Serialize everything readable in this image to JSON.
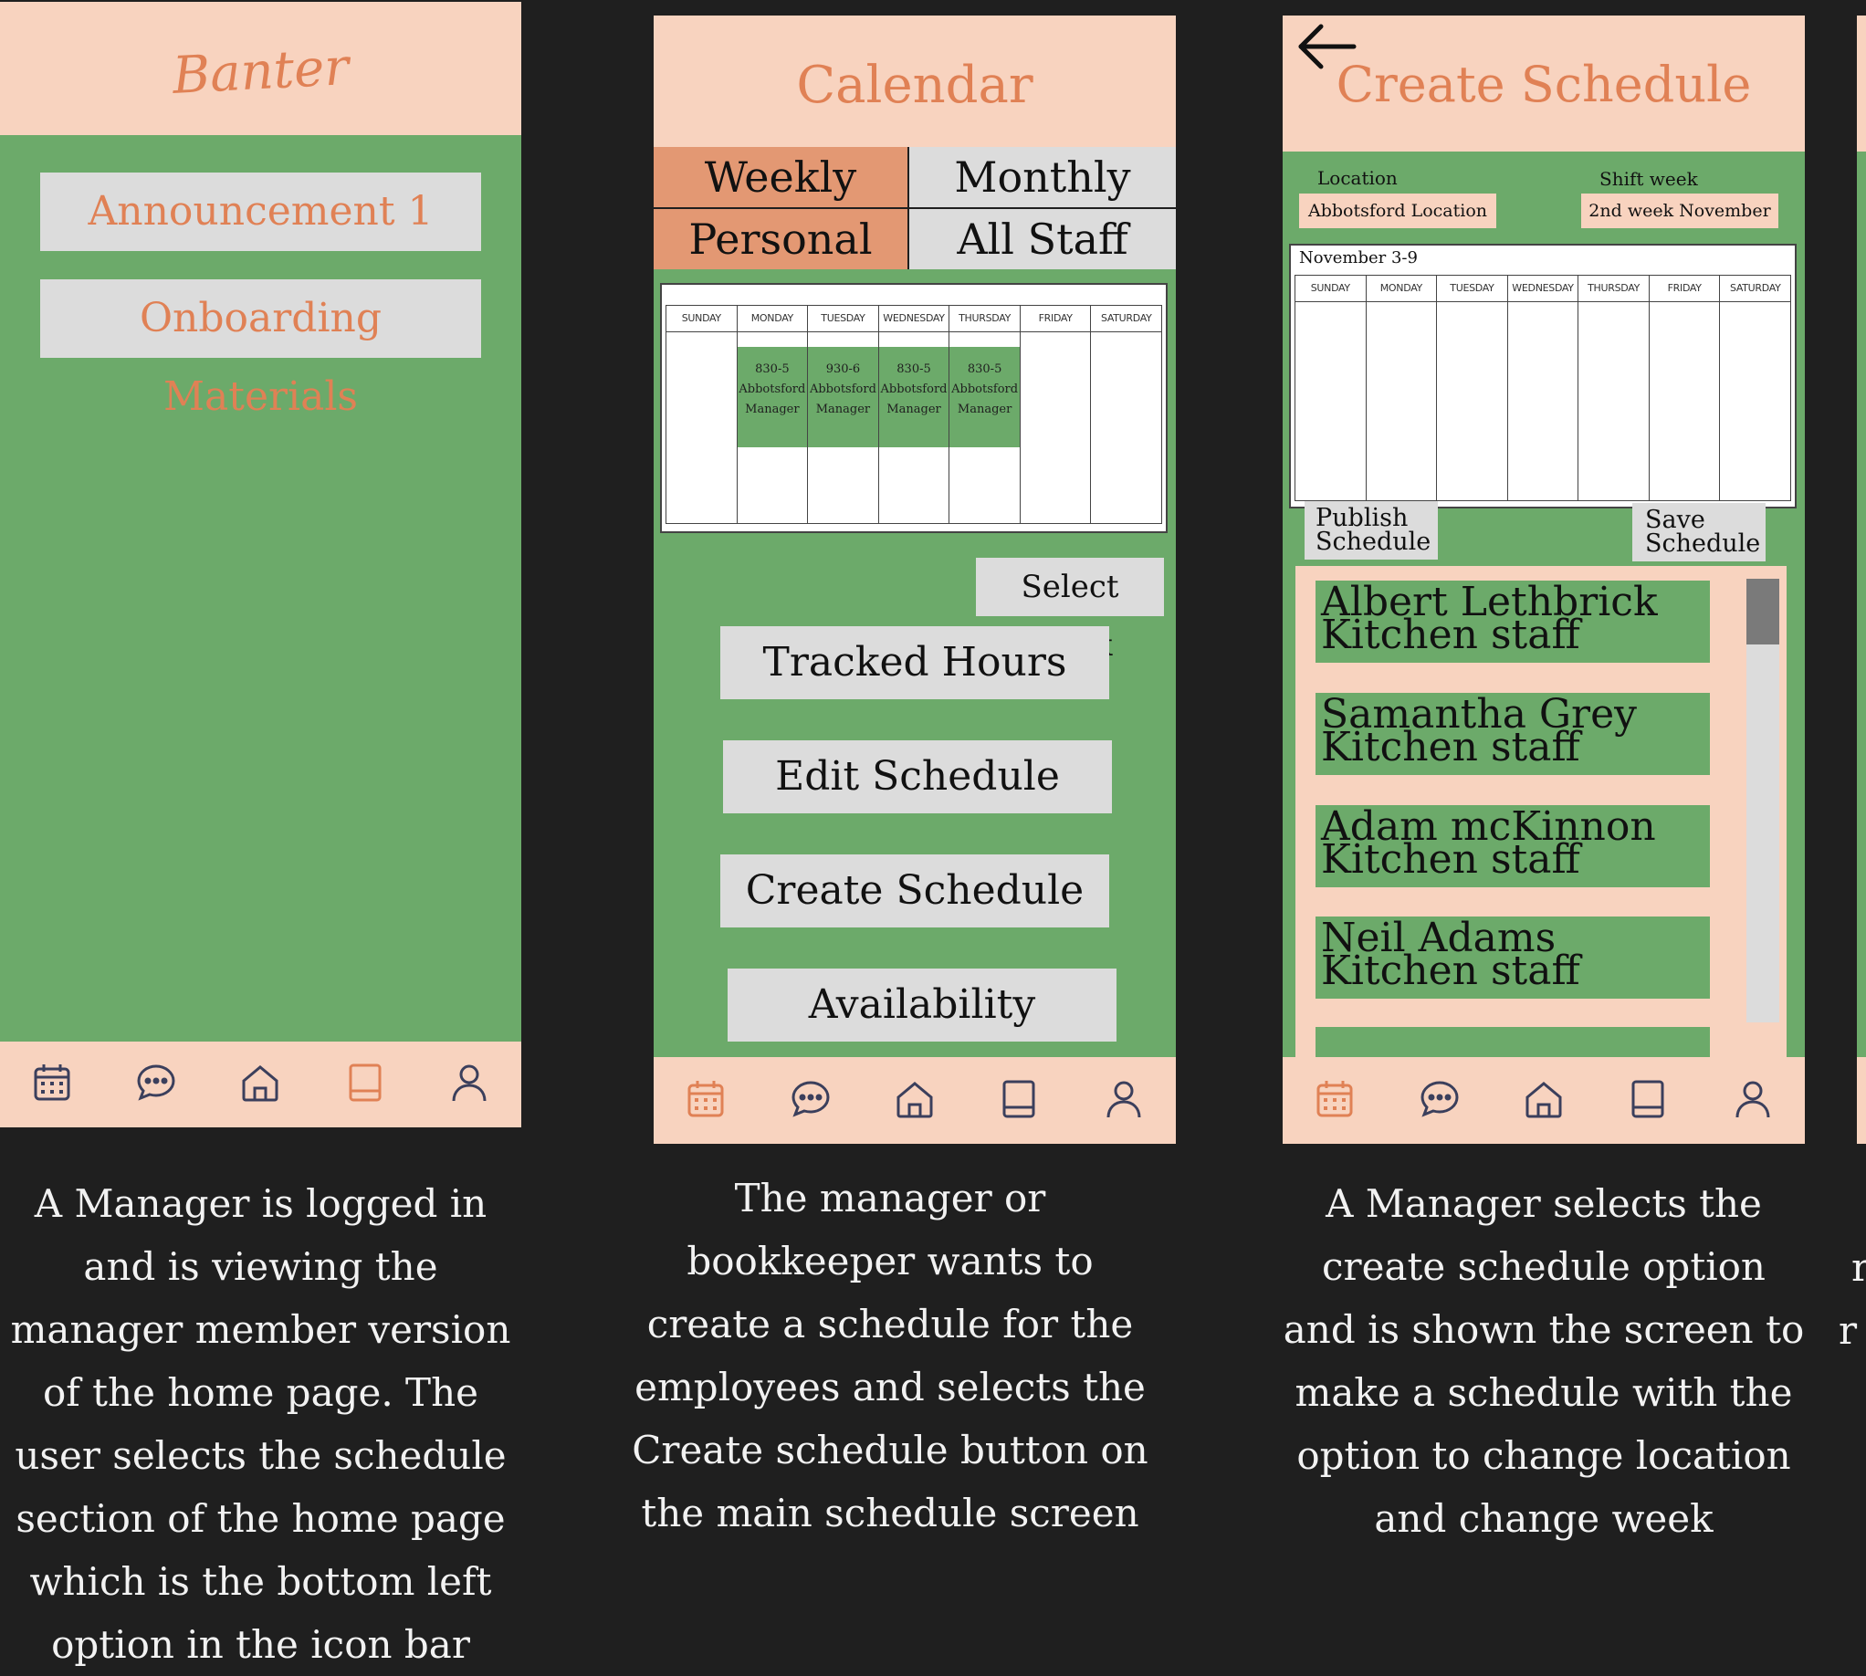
{
  "colors": {
    "background": "#1f1f1f",
    "green": "#6caa6a",
    "peach": "#f8d3bf",
    "accent": "#e08155",
    "grey": "#dcdcdc",
    "icon": "#3b3f5c"
  },
  "screen1": {
    "title": "Banter",
    "buttons": [
      "Announcement 1",
      "Onboarding Materials"
    ],
    "nav_icons": [
      "calendar-icon",
      "chat-icon",
      "home-icon",
      "book-icon",
      "profile-icon"
    ],
    "active_nav": "book-icon",
    "caption": "A Manager is logged in and is viewing the manager member version of the home page. The user selects the schedule section of the home page which is the bottom left option in the icon bar"
  },
  "screen2": {
    "title": "Calendar",
    "toggles": {
      "weekly": "Weekly",
      "monthly": "Monthly",
      "personal": "Personal",
      "all_staff": "All Staff"
    },
    "days": [
      "SUNDAY",
      "MONDAY",
      "TUESDAY",
      "WEDNESDAY",
      "THURSDAY",
      "FRIDAY",
      "SATURDAY"
    ],
    "shifts": [
      {
        "day": "MONDAY",
        "time": "830-5",
        "location": "Abbotsford",
        "role": "Manager"
      },
      {
        "day": "TUESDAY",
        "time": "930-6",
        "location": "Abbotsford",
        "role": "Manager"
      },
      {
        "day": "WEDNESDAY",
        "time": "830-5",
        "location": "Abbotsford",
        "role": "Manager"
      },
      {
        "day": "THURSDAY",
        "time": "830-5",
        "location": "Abbotsford",
        "role": "Manager"
      }
    ],
    "select_week": "Select Week",
    "actions": [
      "Tracked Hours",
      "Edit Schedule",
      "Create Schedule",
      "Availability"
    ],
    "caption": "The manager or bookkeeper wants to create a schedule for the employees and selects the Create schedule button on the main schedule screen"
  },
  "screen3": {
    "title": "Create Schedule",
    "location_label": "Location",
    "location_value": "Abbotsford Location",
    "shift_week_label": "Shift week",
    "shift_week_value": "2nd week November",
    "week_range": "November 3-9",
    "days": [
      "SUNDAY",
      "MONDAY",
      "TUESDAY",
      "WEDNESDAY",
      "THURSDAY",
      "FRIDAY",
      "SATURDAY"
    ],
    "publish": "Publish Schedule",
    "save": "Save Schedule",
    "employees": [
      {
        "name": "Albert Lethbrick",
        "role": "Kitchen staff"
      },
      {
        "name": "Samantha Grey",
        "role": "Kitchen staff"
      },
      {
        "name": "Adam mcKinnon",
        "role": "Kitchen staff"
      },
      {
        "name": "Neil Adams",
        "role": "Kitchen staff"
      }
    ],
    "caption": "A Manager selects the create schedule option and is shown the screen to make a schedule with the option to change location and change week"
  },
  "screen4_caption_fragment": [
    "r",
    "r"
  ]
}
